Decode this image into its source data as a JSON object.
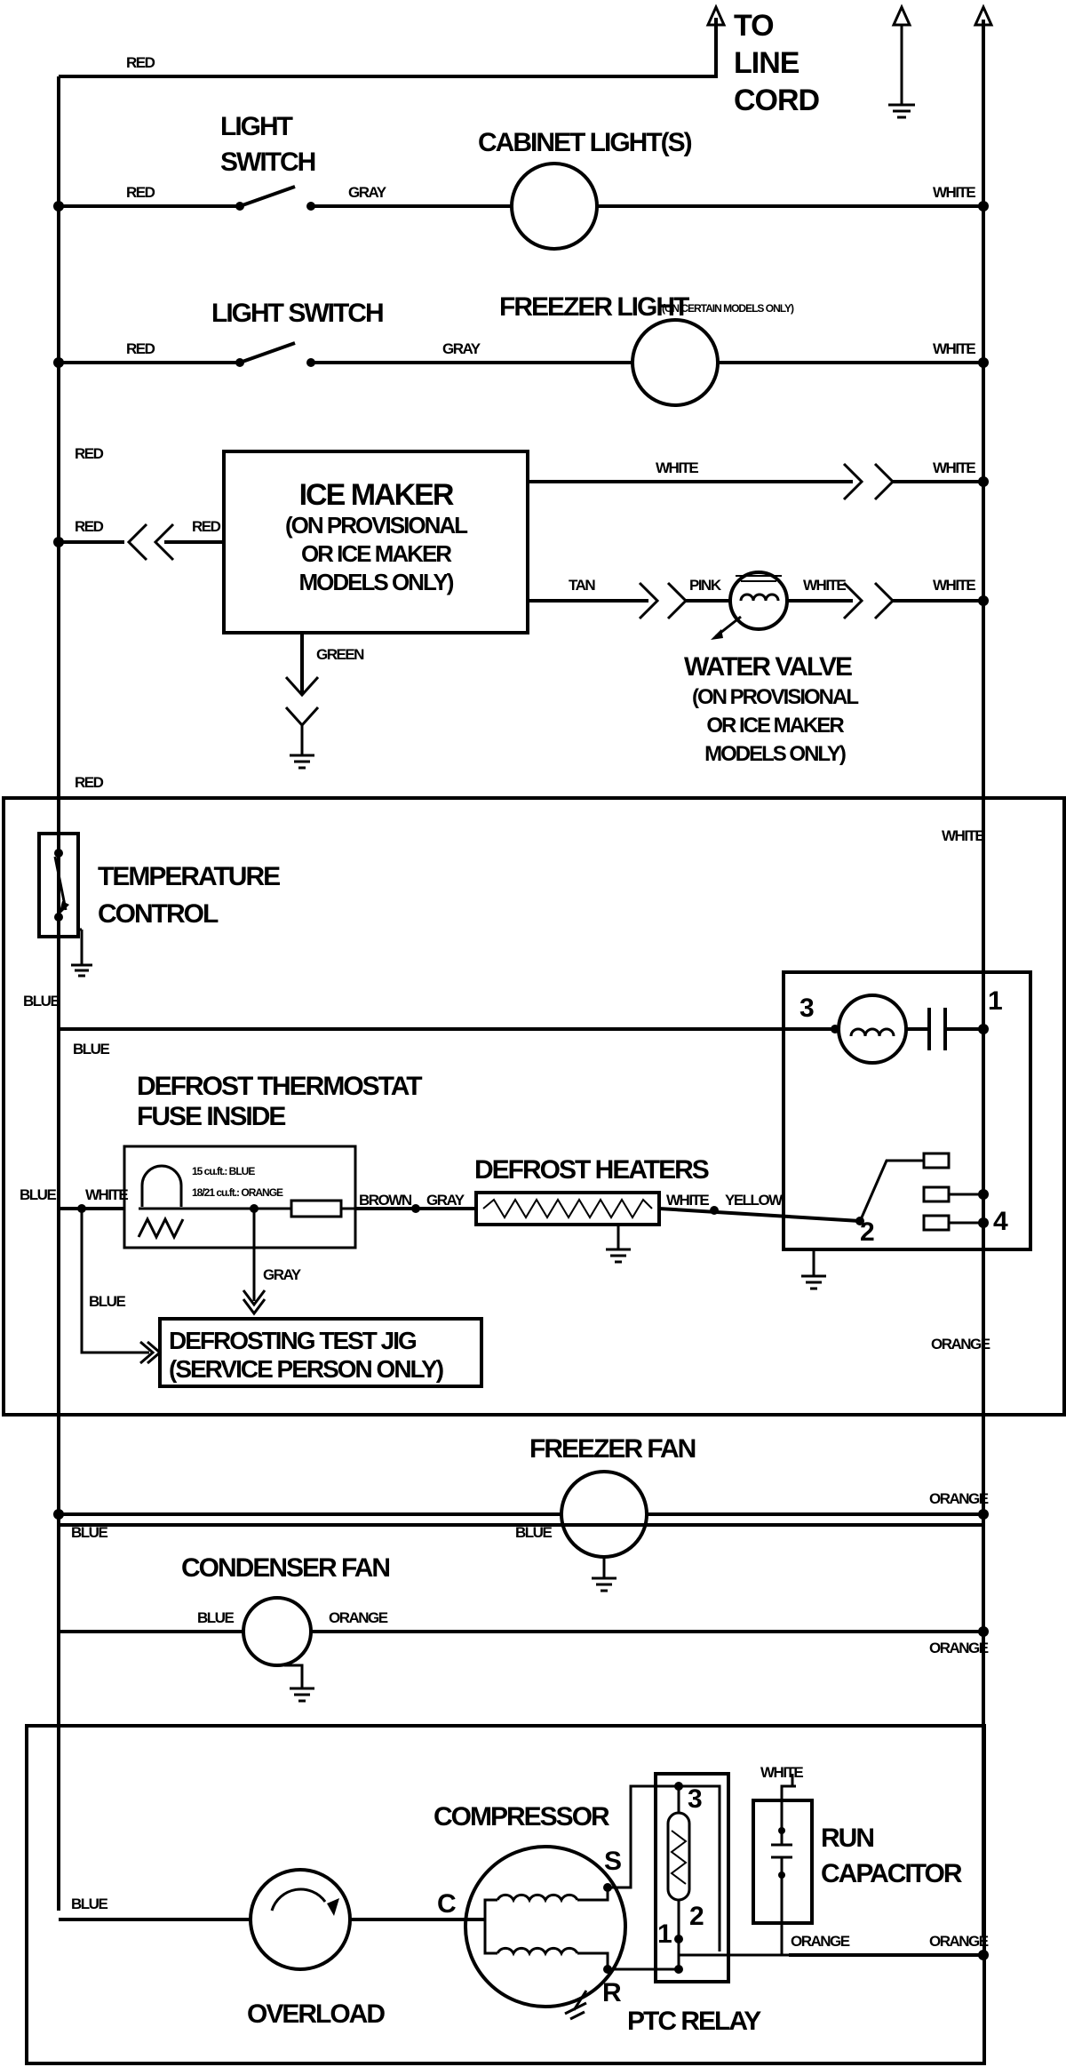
{
  "line_cord": {
    "line1": "TO",
    "line2": "LINE",
    "line3": "CORD"
  },
  "wires": {
    "red": "RED",
    "gray": "GRAY",
    "white": "WHITE",
    "blue": "BLUE",
    "tan": "TAN",
    "pink": "PINK",
    "green": "GREEN",
    "brown": "BROWN",
    "yellow": "YELLOW",
    "orange": "ORANGE"
  },
  "components": {
    "light_switch_1": {
      "line1": "LIGHT",
      "line2": "SWITCH"
    },
    "cabinet_light": "CABINET LIGHT(S)",
    "light_switch_2": "LIGHT SWITCH",
    "freezer_light": "FREEZER LIGHT",
    "freezer_light_note": "(ON CERTAIN MODELS ONLY)",
    "ice_maker": {
      "line1": "ICE MAKER",
      "line2": "(ON PROVISIONAL",
      "line3": "OR ICE MAKER",
      "line4": "MODELS ONLY)"
    },
    "water_valve": {
      "line1": "WATER VALVE",
      "line2": "(ON PROVISIONAL",
      "line3": "OR ICE MAKER",
      "line4": "MODELS ONLY)"
    },
    "temperature_control": {
      "line1": "TEMPERATURE",
      "line2": "CONTROL"
    },
    "defrost_thermostat": {
      "line1": "DEFROST THERMOSTAT",
      "line2": "FUSE INSIDE"
    },
    "fuse_note": {
      "line1": "15 cu.ft.: BLUE",
      "line2": "18/21 cu.ft.: ORANGE"
    },
    "defrost_heaters": "DEFROST HEATERS",
    "test_jig": {
      "line1": "DEFROSTING TEST JIG",
      "line2": "(SERVICE PERSON ONLY)"
    },
    "freezer_fan": "FREEZER FAN",
    "condenser_fan": "CONDENSER FAN",
    "compressor": "COMPRESSOR",
    "run_capacitor": {
      "line1": "RUN",
      "line2": "CAPACITOR"
    },
    "overload": "OVERLOAD",
    "ptc_relay": "PTC RELAY"
  },
  "terminals": {
    "timer_1": "1",
    "timer_2": "2",
    "timer_3": "3",
    "timer_4": "4",
    "comp_c": "C",
    "comp_s": "S",
    "comp_r": "R",
    "relay_3": "3",
    "relay_2": "2",
    "relay_1": "1"
  }
}
